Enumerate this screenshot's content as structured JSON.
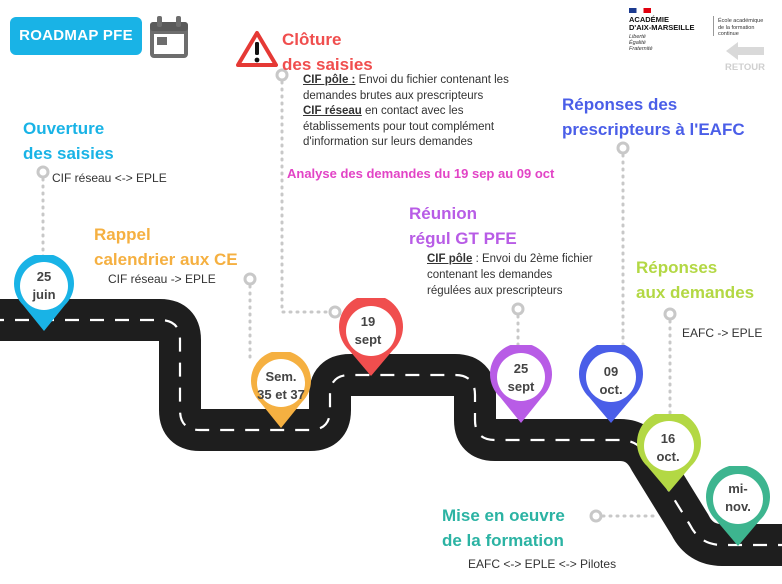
{
  "header": {
    "title_chip": "ROADMAP PFE",
    "logo": {
      "line1": "ACADÉMIE",
      "line2": "D'AIX-MARSEILLE",
      "motto1": "Liberté",
      "motto2": "Égalité",
      "motto3": "Fraternité",
      "side1": "École académique",
      "side2": "de la formation continue"
    },
    "back_label": "RETOUR"
  },
  "colors": {
    "blue": "#19b3e6",
    "orange": "#f5b041",
    "red": "#f04e4e",
    "magenta": "#e244c6",
    "purple": "#b85ce6",
    "royal": "#4a5ee8",
    "lime": "#b3d844",
    "teal": "#2bb3a3",
    "green": "#3db58f"
  },
  "steps": {
    "ouverture": {
      "title1": "Ouverture",
      "title2": "des saisies",
      "detail": "CIF réseau <-> EPLE",
      "pin1": "25",
      "pin2": "juin"
    },
    "rappel": {
      "title1": "Rappel",
      "title2": "calendrier aux CE",
      "detail": "CIF réseau -> EPLE",
      "pin1": "Sem.",
      "pin2": "35 et 37"
    },
    "cloture": {
      "title1": "Clôture",
      "title2": "des saisies",
      "pole_label": "CIF pôle :",
      "pole_text1": " Envoi du fichier contenant les",
      "pole_text2": "demandes brutes  aux prescripteurs",
      "reseau_label": "CIF réseau",
      "reseau_text1": " en contact avec les",
      "reseau_text2": "établissements pour tout complément",
      "reseau_text3": "d'information sur leurs demandes",
      "pin1": "19",
      "pin2": "sept"
    },
    "analyse": {
      "text": "Analyse des demandes du 19 sep au 09 oct"
    },
    "reunion": {
      "title1": "Réunion",
      "title2": "régul GT PFE",
      "pole_label": "CIF pôle",
      "pole_text1": " : Envoi du 2ème fichier",
      "pole_text2": "contenant les demandes",
      "pole_text3": "régulées  aux prescripteurs",
      "pin1": "25",
      "pin2": "sept"
    },
    "reponses_prescripteurs": {
      "title1": "Réponses des",
      "title2": "prescripteurs à l'EAFC",
      "pin1": "09",
      "pin2": "oct."
    },
    "reponses_demandes": {
      "title1": "Réponses",
      "title2": "aux demandes",
      "detail": "EAFC -> EPLE",
      "pin1": "16",
      "pin2": "oct."
    },
    "mise_en_oeuvre": {
      "title1": "Mise en oeuvre",
      "title2": "de la formation",
      "detail": "EAFC <-> EPLE <-> Pilotes",
      "pin1": "mi-",
      "pin2": "nov."
    }
  }
}
